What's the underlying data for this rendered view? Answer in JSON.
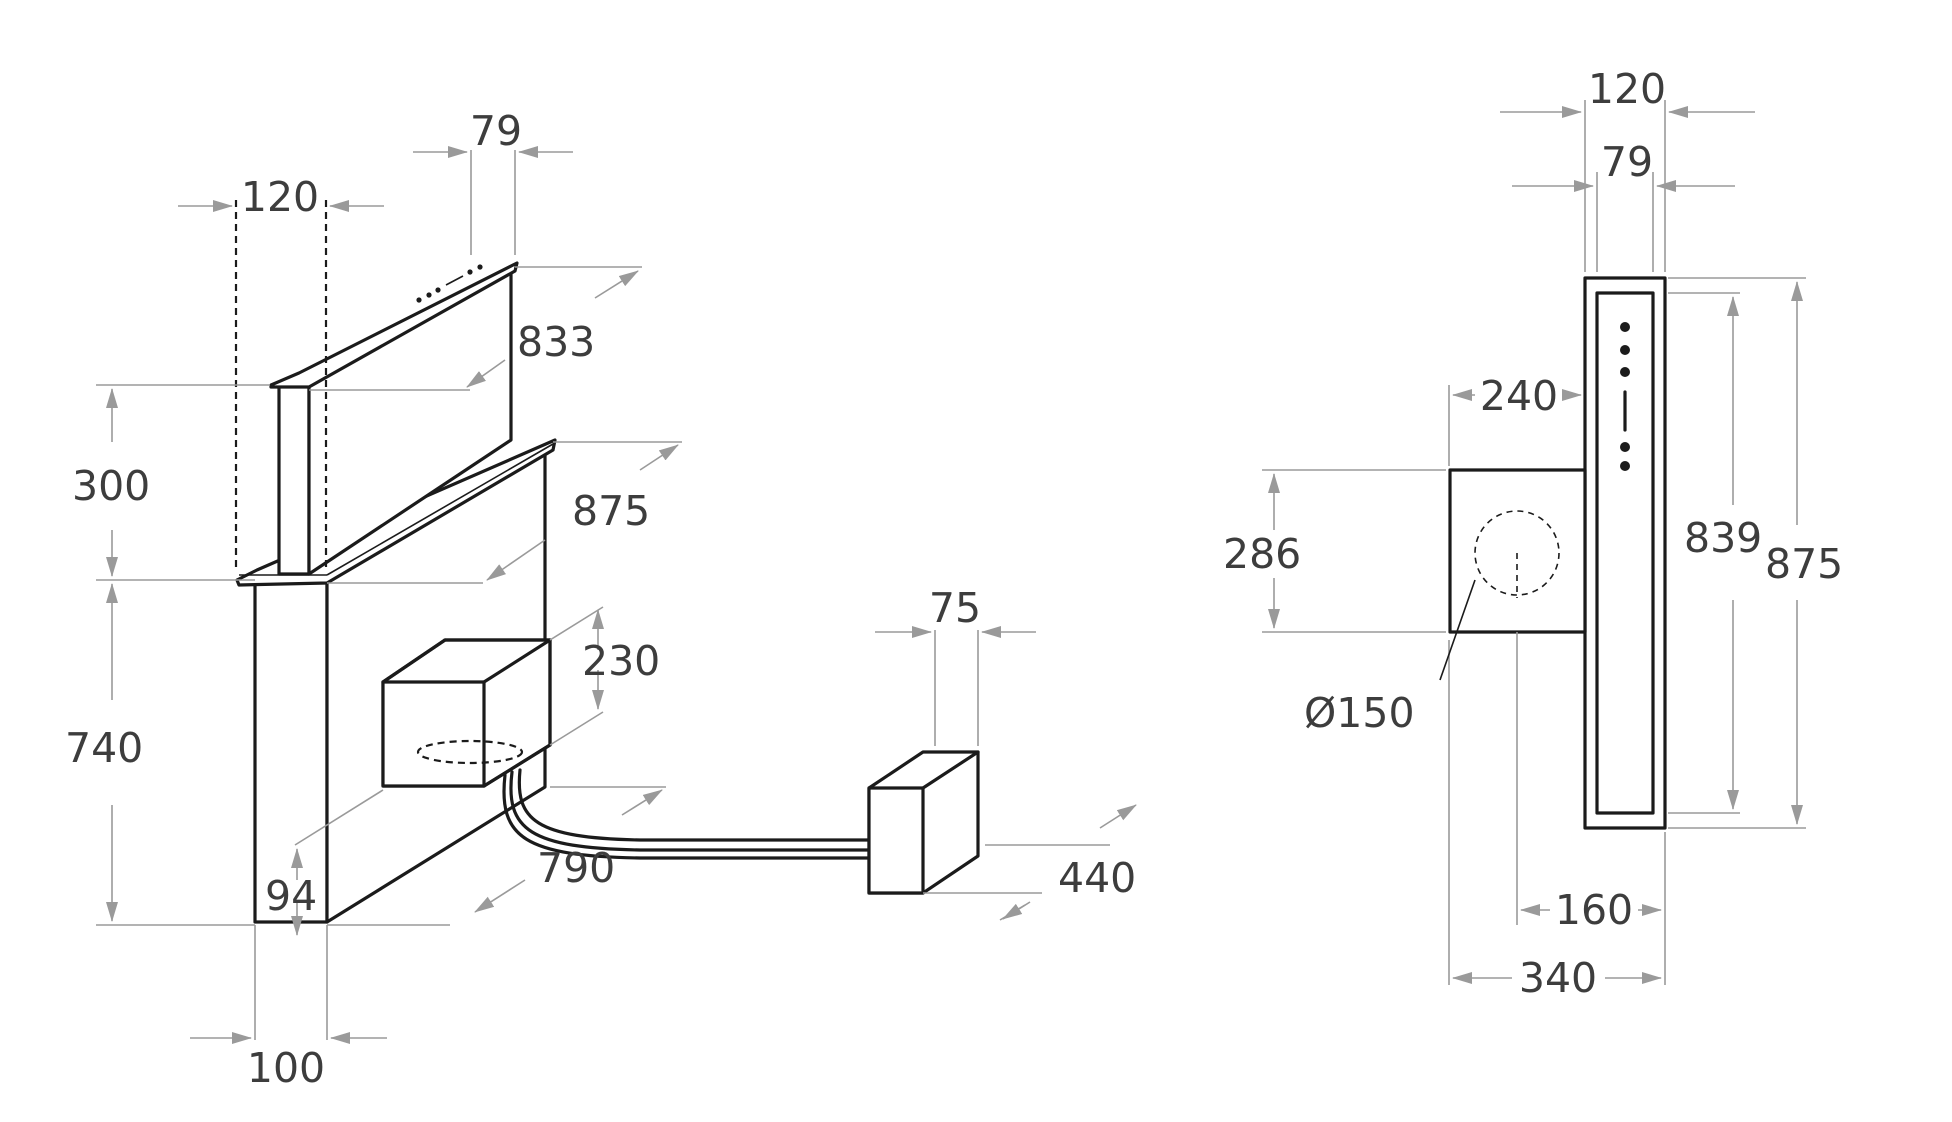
{
  "side_view": {
    "dim_top_depth": "79",
    "dim_upper_width": "120",
    "dim_upper_length": "833",
    "dim_rise_height": "300",
    "dim_base_length": "875",
    "dim_base_height": "740",
    "dim_motor_height": "230",
    "dim_bottom_offset": "94",
    "dim_duct_length": "790",
    "dim_base_width": "100",
    "dim_box_depth": "75",
    "dim_box_length": "440"
  },
  "front_view": {
    "dim_outer_width": "120",
    "dim_inner_width": "79",
    "dim_motor_depth": "240",
    "dim_motor_height": "286",
    "dim_duct_diameter": "Ø150",
    "dim_inner_height": "839",
    "dim_outer_height": "875",
    "dim_duct_offset": "160",
    "dim_total_depth": "340"
  },
  "colors": {
    "object_stroke": "#1b1b1b",
    "dimension_stroke": "#9a9a9a",
    "label_text": "#3d3d3d",
    "background": "#ffffff"
  }
}
